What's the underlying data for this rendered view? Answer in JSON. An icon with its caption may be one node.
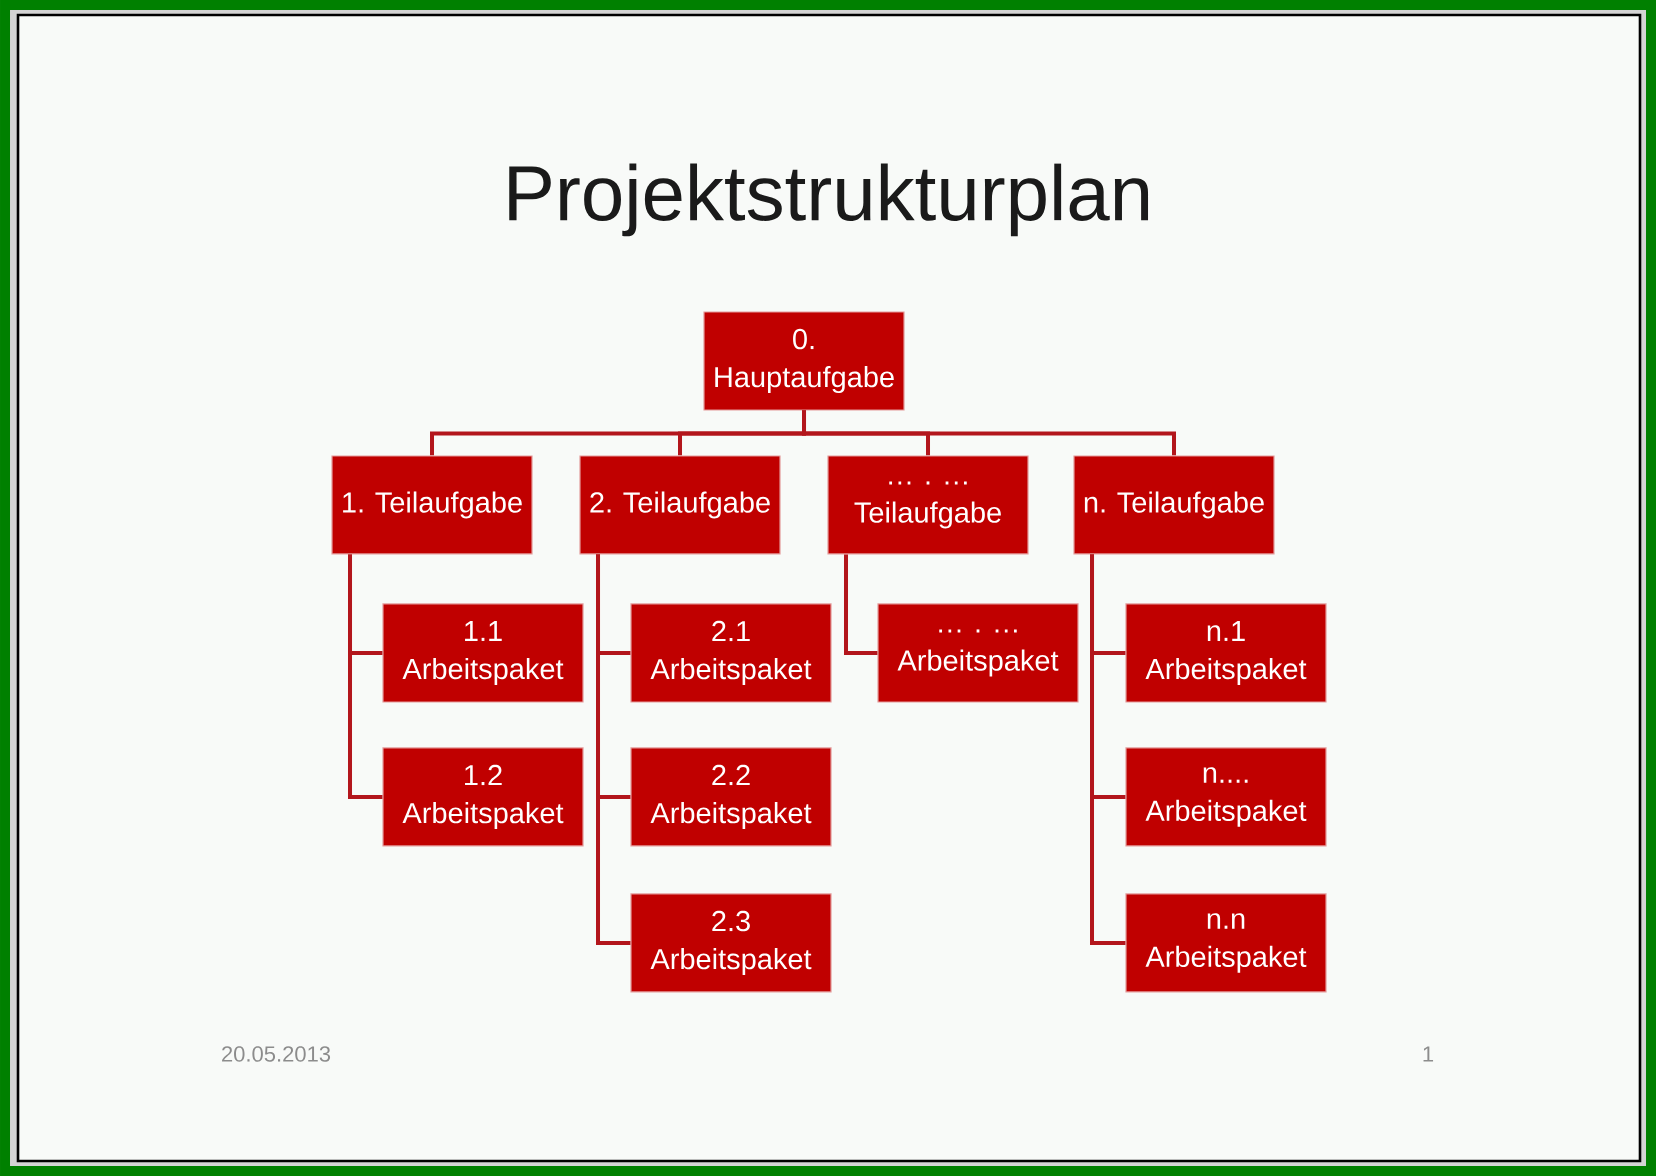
{
  "diagram": {
    "title": "Projektstrukturplan",
    "nodes": [
      {
        "text": [
          "0. Hauptaufgabe"
        ]
      },
      {
        "text": [
          "1. Teilaufgabe"
        ]
      },
      {
        "text": [
          "2. Teilaufgabe"
        ]
      },
      {
        "text": [
          "… . … Teilaufgabe"
        ]
      },
      {
        "text": [
          "n. Teilaufgabe"
        ]
      },
      {
        "text": [
          "1.1 Arbeitspaket"
        ]
      },
      {
        "text": [
          "2.1 Arbeitspaket"
        ]
      },
      {
        "text": [
          "… . … Arbeitspaket"
        ]
      },
      {
        "text": [
          "n.1 Arbeitspaket"
        ]
      },
      {
        "text": [
          "1.2 Arbeitspaket"
        ]
      },
      {
        "text": [
          "2.2 Arbeitspaket"
        ]
      },
      {
        "text": [
          "n.... Arbeitspaket"
        ]
      },
      {
        "text": [
          "2.3 Arbeitspaket"
        ]
      },
      {
        "text": [
          "n.n Arbeitspaket"
        ]
      }
    ],
    "edges": [
      {
        "from": 0,
        "to": 1,
        "arrow": "none"
      },
      {
        "from": 0,
        "to": 2,
        "arrow": "none"
      },
      {
        "from": 0,
        "to": 3,
        "arrow": "none"
      },
      {
        "from": 0,
        "to": 4,
        "arrow": "none"
      },
      {
        "from": 1,
        "to": 5,
        "arrow": "none"
      },
      {
        "from": 1,
        "to": 9,
        "arrow": "none"
      },
      {
        "from": 2,
        "to": 6,
        "arrow": "none"
      },
      {
        "from": 2,
        "to": 10,
        "arrow": "none"
      },
      {
        "from": 2,
        "to": 12,
        "arrow": "none"
      },
      {
        "from": 3,
        "to": 7,
        "arrow": "none"
      },
      {
        "from": 4,
        "to": 8,
        "arrow": "none"
      },
      {
        "from": 4,
        "to": 11,
        "arrow": "none"
      },
      {
        "from": 4,
        "to": 13,
        "arrow": "none"
      }
    ],
    "labels": [
      "20.05.2013",
      "1"
    ]
  }
}
